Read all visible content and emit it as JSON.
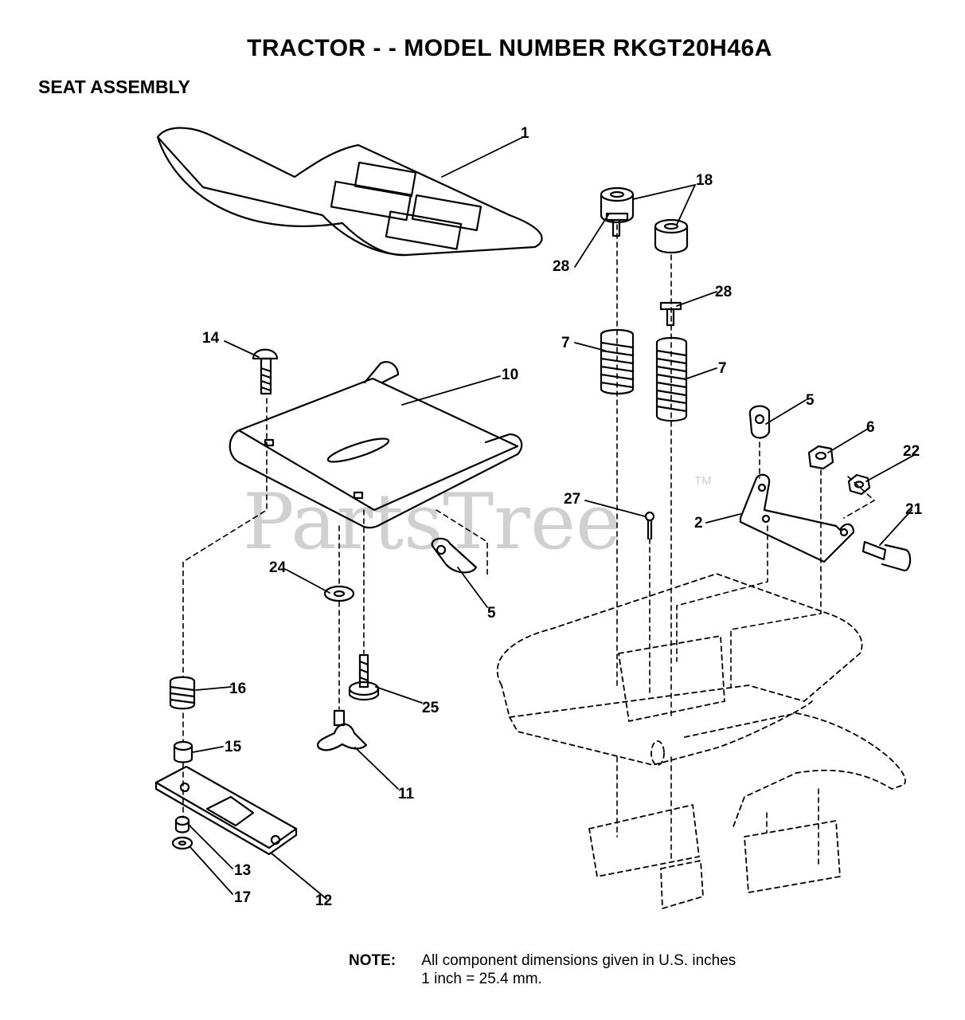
{
  "header": {
    "title": "TRACTOR - - MODEL NUMBER RKGT20H46A",
    "section": "SEAT ASSEMBLY"
  },
  "watermark": {
    "text": "PartsTree",
    "tm": "TM"
  },
  "callouts": [
    {
      "id": "c1",
      "text": "1"
    },
    {
      "id": "c18",
      "text": "18"
    },
    {
      "id": "c28a",
      "text": "28"
    },
    {
      "id": "c28b",
      "text": "28"
    },
    {
      "id": "c7a",
      "text": "7"
    },
    {
      "id": "c7b",
      "text": "7"
    },
    {
      "id": "c14",
      "text": "14"
    },
    {
      "id": "c10",
      "text": "10"
    },
    {
      "id": "c5a",
      "text": "5"
    },
    {
      "id": "c6",
      "text": "6"
    },
    {
      "id": "c22",
      "text": "22"
    },
    {
      "id": "c27",
      "text": "27"
    },
    {
      "id": "c2",
      "text": "2"
    },
    {
      "id": "c21",
      "text": "21"
    },
    {
      "id": "c24",
      "text": "24"
    },
    {
      "id": "c5b",
      "text": "5"
    },
    {
      "id": "c16",
      "text": "16"
    },
    {
      "id": "c25",
      "text": "25"
    },
    {
      "id": "c15",
      "text": "15"
    },
    {
      "id": "c11",
      "text": "11"
    },
    {
      "id": "c13",
      "text": "13"
    },
    {
      "id": "c17",
      "text": "17"
    },
    {
      "id": "c12",
      "text": "12"
    }
  ],
  "note": {
    "label": "NOTE:",
    "line1": "All component dimensions given in U.S. inches",
    "line2": "1 inch = 25.4 mm."
  }
}
